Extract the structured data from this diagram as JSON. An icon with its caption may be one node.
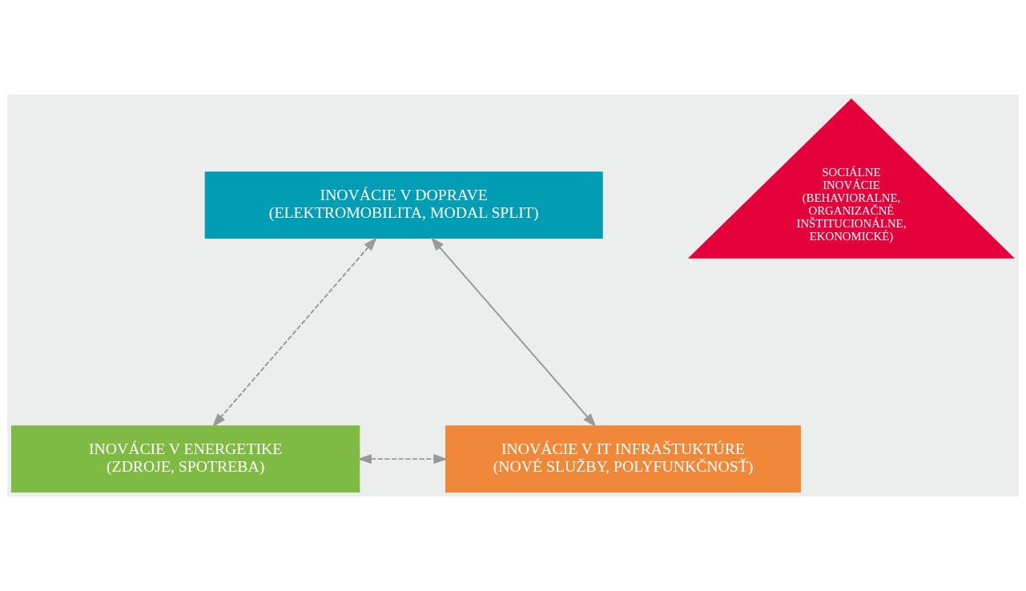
{
  "diagram": {
    "nodes": [
      {
        "text": [
          "INOVÁCIE V DOPRAVE",
          "(ELEKTROMOBILITA, MODAL SPLIT)"
        ]
      },
      {
        "text": [
          "SOCIÁLNE INOVÁCIE",
          "(BEHAVIORALNE, ORGANIZAČNÉ INŠTITUCIONÁLNE, EKONOMICKÉ)"
        ]
      },
      {
        "text": [
          "INOVÁCIE V ENERGETIKE",
          "(ZDROJE, SPOTREBA)"
        ]
      },
      {
        "text": [
          "INOVÁCIE V IT INFRAŠTUKTÚRE",
          "(NOVÉ SLUŽBY, POLYFUNKČNOSŤ)"
        ]
      }
    ],
    "edges": [
      {
        "from": 0,
        "to": 2,
        "arrow": "both",
        "style": "dashed"
      },
      {
        "from": 0,
        "to": 3,
        "arrow": "both"
      },
      {
        "from": 2,
        "to": 3,
        "arrow": "both",
        "style": "dashed"
      }
    ]
  }
}
